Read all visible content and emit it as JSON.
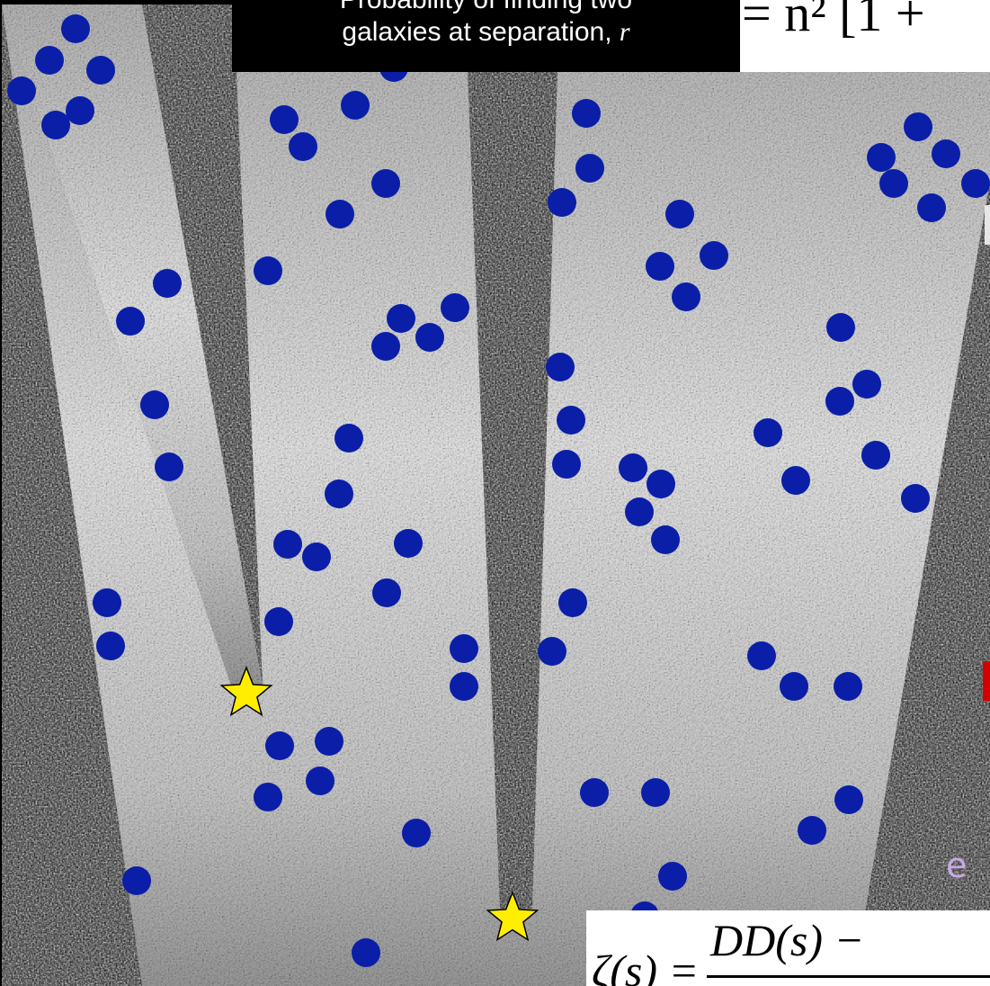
{
  "caption": {
    "line1": "Probability of finding two",
    "line2_prefix": "galaxies at separation, ",
    "line2_var": "r"
  },
  "equation_top": {
    "text": "= n² [1 +"
  },
  "equation_bottom": {
    "lhs": "ζ(s) =",
    "numerator": "DD(s) −"
  },
  "right_edge_fragment": {
    "text": "e",
    "color": "#c9a9e6"
  },
  "colors": {
    "background": "#000000",
    "galaxy": "#0a1ea8",
    "star_fill": "#ffee00",
    "star_stroke": "#000000",
    "accent_red": "#d40000"
  }
}
